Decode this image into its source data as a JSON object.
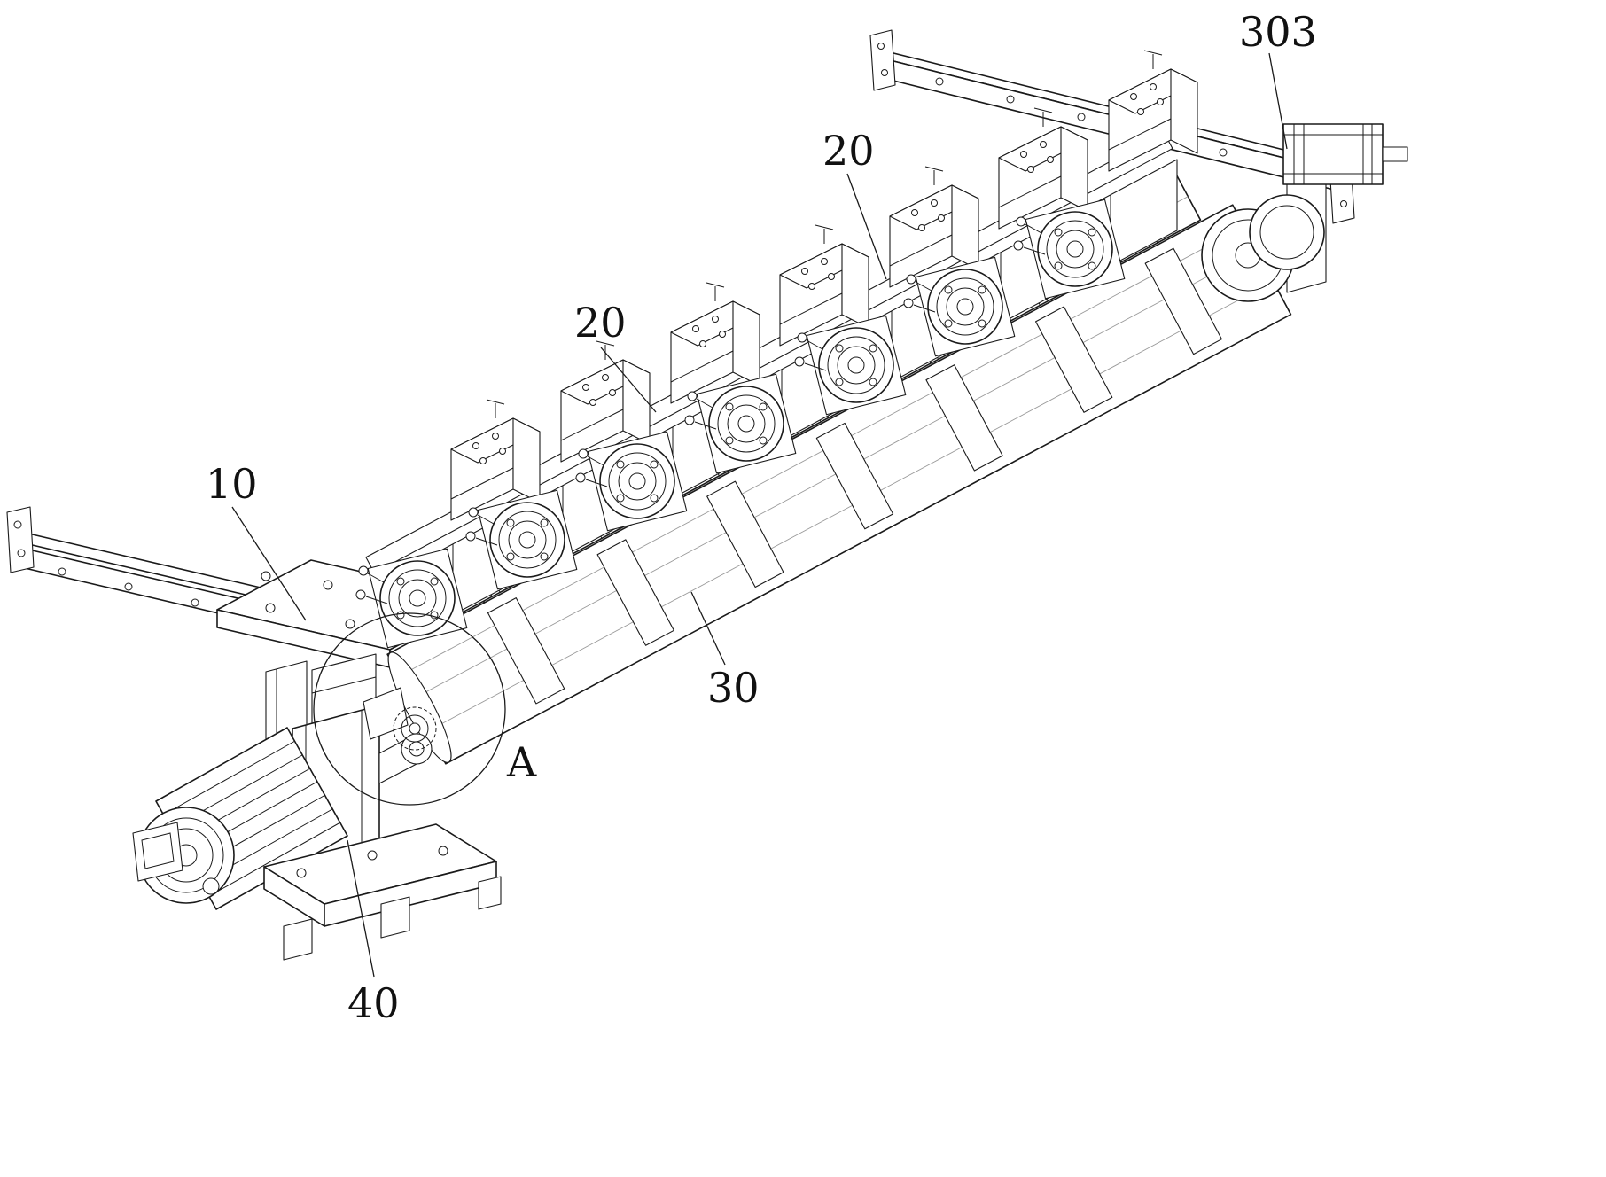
{
  "figure": {
    "background": "#ffffff",
    "line_color": "#1a1a1a",
    "labels": {
      "part_303": "303",
      "part_20_upper": "20",
      "part_20_lower": "20",
      "part_10": "10",
      "part_30": "30",
      "part_40": "40",
      "detail_a": "A"
    }
  }
}
